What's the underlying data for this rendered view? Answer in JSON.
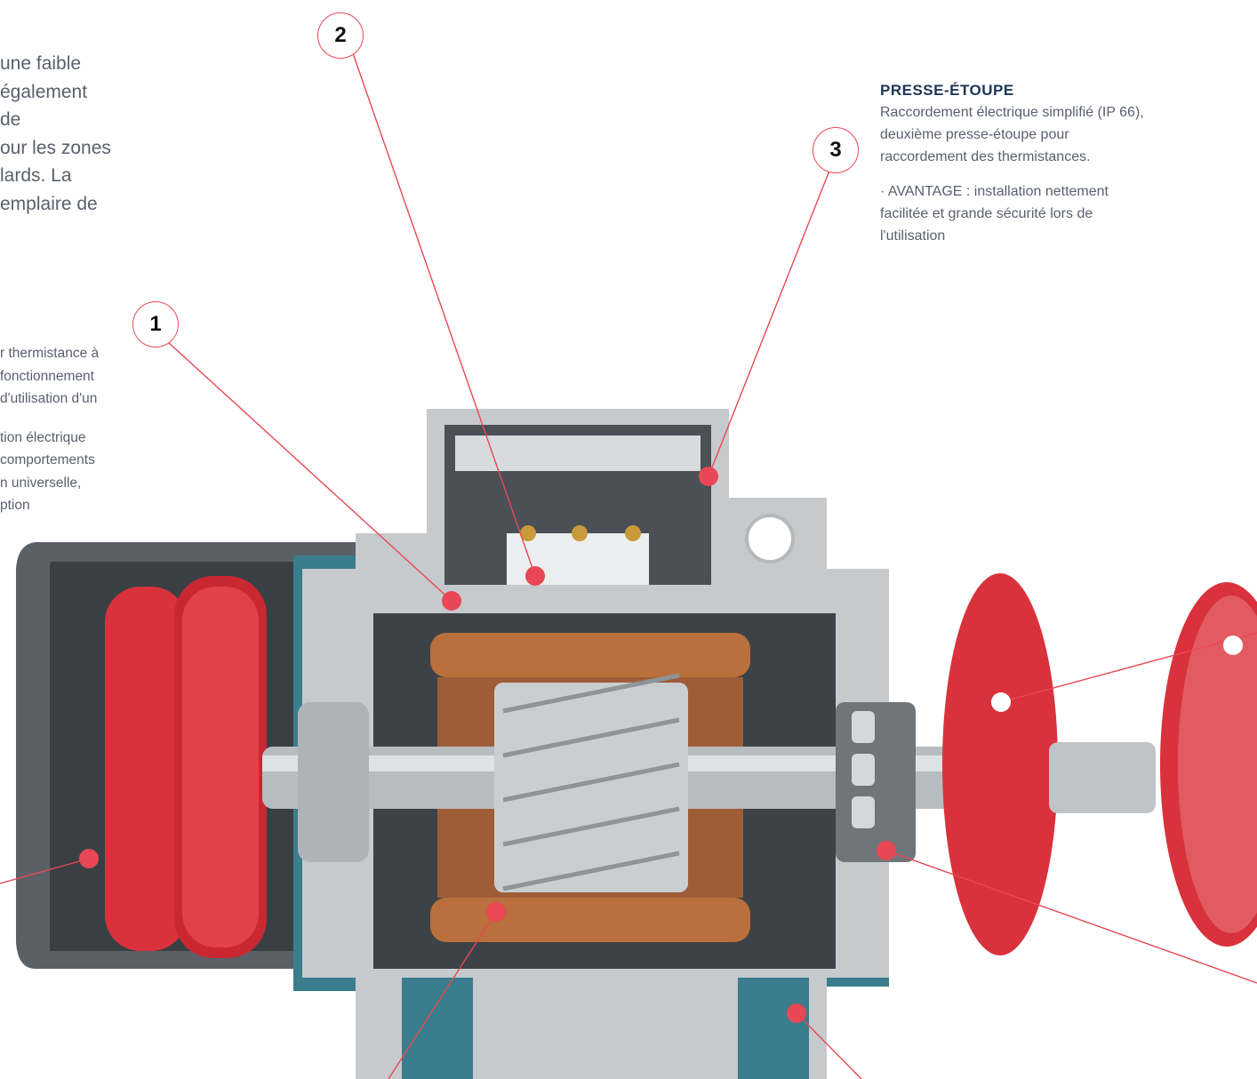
{
  "intro_text": {
    "lines": [
      "une faible",
      "également",
      "de",
      "our les zones",
      "lards. La",
      "emplaire de"
    ]
  },
  "feature_text": {
    "block1": [
      "r thermistance à",
      "fonctionnement",
      "d'utilisation d'un"
    ],
    "block2": [
      "tion électrique",
      "comportements",
      "n universelle,",
      "ption"
    ]
  },
  "presse_etoupe": {
    "title": "PRESSE-ÉTOUPE",
    "description": [
      "Raccordement électrique simplifié (IP 66),",
      "deuxième presse-étoupe pour",
      "raccordement des thermistances."
    ],
    "advantage": [
      "· AVANTAGE : installation nettement",
      "facilitée et grande sécurité lors de",
      "l'utilisation"
    ]
  },
  "badges": [
    {
      "number": "1"
    },
    {
      "number": "2"
    },
    {
      "number": "3"
    }
  ],
  "colors": {
    "accent_red": "#e84855",
    "title_navy": "#1d3557",
    "body_gray": "#59606c",
    "housing_teal": "#3a7d8c",
    "weight_red": "#d9323c"
  }
}
